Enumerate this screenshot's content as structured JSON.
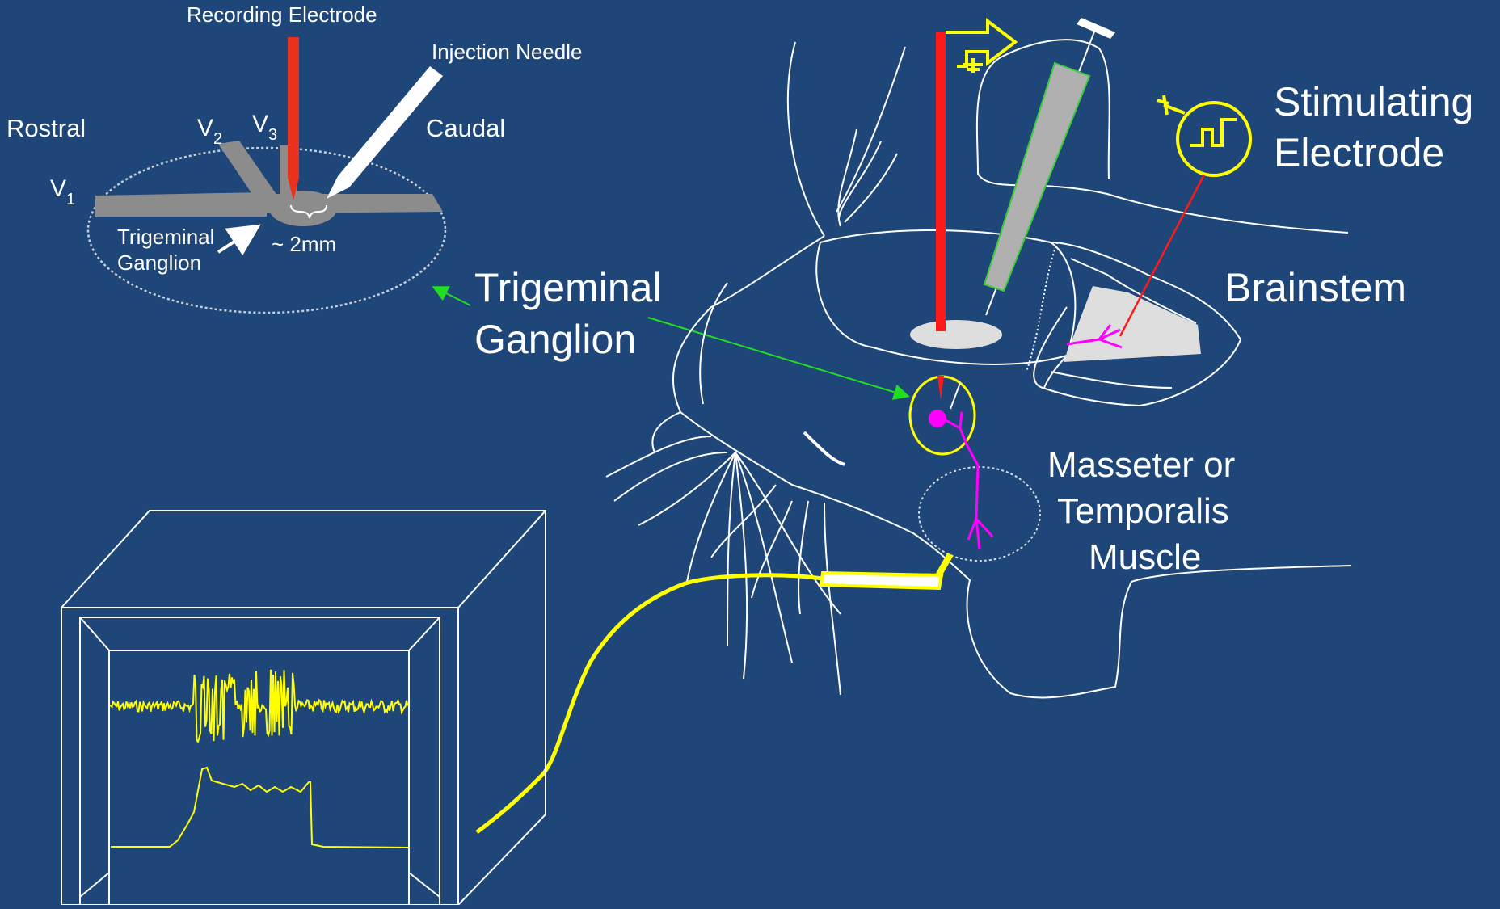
{
  "labels": {
    "recording_electrode": "Recording Electrode",
    "injection_needle": "Injection Needle",
    "rostral": "Rostral",
    "caudal": "Caudal",
    "v1_letter": "V",
    "v1_sub": "1",
    "v2_letter": "V",
    "v2_sub": "2",
    "v3_letter": "V",
    "v3_sub": "3",
    "trigeminal_ganglion_small_1": "Trigeminal",
    "trigeminal_ganglion_small_2": "Ganglion",
    "distance": "~ 2mm",
    "trigeminal_ganglion_large_1": "Trigeminal",
    "trigeminal_ganglion_large_2": "Ganglion",
    "stimulating_electrode_1": "Stimulating",
    "stimulating_electrode_2": "Electrode",
    "brainstem": "Brainstem",
    "muscle_1": "Masseter or",
    "muscle_2": "Temporalis",
    "muscle_3": "Muscle"
  },
  "colors": {
    "background": "#1f4679",
    "recording_electrode": "#e8321e",
    "stimulus_wire": "#ffff00",
    "neuron": "#ff00ff",
    "pointer_arrow": "#22dd22",
    "outline": "#ffffff",
    "ganglion_nerve": "#8c8c8c"
  },
  "icons": {
    "stimulator": "stimulus-generator-icon",
    "ground": "ground-symbol-icon"
  }
}
